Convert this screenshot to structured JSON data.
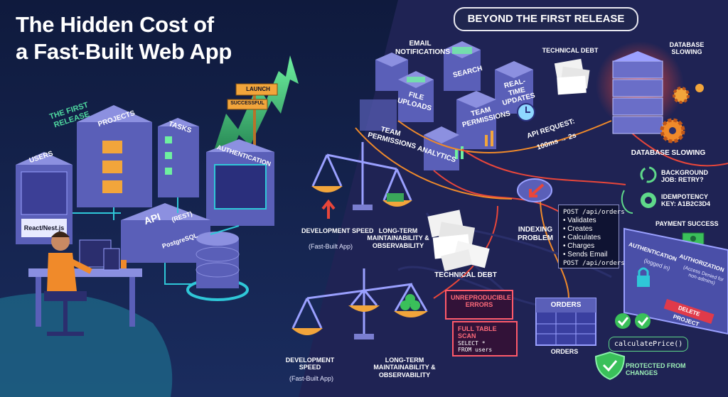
{
  "title": {
    "line1": "The Hidden Cost of",
    "line2": "a Fast-Built Web App"
  },
  "banner": "BEYOND THE FIRST RELEASE",
  "left": {
    "first_release": "THE FIRST RELEASE",
    "launch_sign": "LAUNCH",
    "successful_sign": "SUCCESSFUL",
    "users": "USERS",
    "projects": "PROJECTS",
    "tasks": "TASKS",
    "authentication": "AUTHENTICATION",
    "react_label": "React/Nest.js",
    "api": "API",
    "api_sub": "(REST)",
    "postgres": "PostgreSQL"
  },
  "modules": {
    "email": "EMAIL NOTIFICATIONS",
    "search": "SEARCH",
    "file_uploads": "FILE UPLOADS",
    "realtime": "REAL-TIME UPDATES",
    "team_permissions_1": "TEAM PERMISSIONS",
    "team_permissions_2": "TEAM PERMISSIONS",
    "analytics": "ANALYTICS"
  },
  "right": {
    "technical_debt_top": "TECHNICAL DEBT",
    "database_slowing_top": "DATABASE SLOWING",
    "database_slowing_bottom": "DATABASE SLOWING",
    "api_request": "API REQUEST:",
    "api_request_time": "100ms → 2s",
    "indexing_problem": "INDEXING PROBLEM",
    "technical_debt_bottom": "TECHNICAL DEBT",
    "background_job": "BACKGROUND JOB: RETRY?",
    "idempotency": "IDEMPOTENCY KEY: A1B2C3D4",
    "payment_success": "PAYMENT SUCCESS",
    "authentication": "AUTHENTICATION",
    "logged_in": "(logged in)",
    "authorization": "AUTHORIZATION",
    "access_denied": "(Access Denied for non-admins)",
    "delete_project": "DELETE PROJECT",
    "orders_table": "ORDERS",
    "orders_caption": "ORDERS",
    "calculate_price": "calculatePrice()",
    "protected": "PROTECTED FROM CHANGES"
  },
  "code": {
    "header": "POST /api/orders",
    "steps": [
      "• Validates",
      "• Creates",
      "• Calculates",
      "• Charges",
      "• Sends Email"
    ],
    "footer": "POST /api/orders"
  },
  "errors": {
    "unreproducible": "UNREPRODUCIBLE ERRORS",
    "full_table_scan": "FULL TABLE SCAN",
    "sql_1": "SELECT *",
    "sql_2": "FROM users"
  },
  "scales": {
    "top_dev_speed": "DEVELOPMENT SPEED",
    "top_dev_sub": "(Fast-Built App)",
    "top_maint": "LONG-TERM MAINTAINABILITY & OBSERVABILITY",
    "bottom_dev_speed": "DEVELOPMENT SPEED",
    "bottom_dev_sub": "(Fast-Built App)",
    "bottom_maint": "LONG-TERM MAINTAINABILITY & OBSERVABILITY"
  },
  "colors": {
    "left_bg": "#14204a",
    "right_bg": "#1f2354",
    "server": "#5b5fb8",
    "server_light": "#7e82d8",
    "glow_green": "#6ef0a0",
    "accent_orange": "#f5a12c",
    "alert_red": "#e8463a",
    "highlight_teal": "#2fc7d8"
  }
}
